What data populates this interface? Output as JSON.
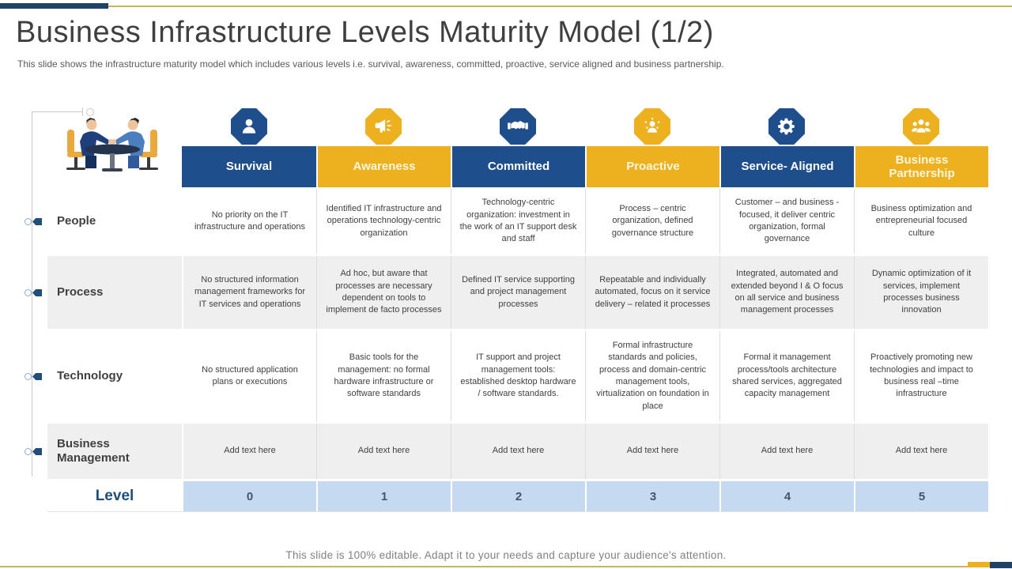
{
  "slide": {
    "title": "Business Infrastructure Levels Maturity Model (1/2)",
    "subtitle": "This slide shows the infrastructure maturity model which includes various levels i.e. survival, awareness, committed, proactive, service aligned and business partnership.",
    "footer": "This slide is 100% editable. Adapt it to your needs and capture your audience's attention."
  },
  "colors": {
    "header_blue": "#1F4E8C",
    "header_gold": "#EDB01E",
    "frame_navy": "#1F4366",
    "frame_gold_line": "#C9B855",
    "level_cell_bg": "#C5D9F1",
    "alt_row_gray": "#EFEFEF",
    "level_label_blue": "#1F4E79",
    "body_text": "#404040"
  },
  "table": {
    "columns": [
      {
        "label": "Survival",
        "theme": "blue",
        "icon": "worker-person-icon"
      },
      {
        "label": "Awareness",
        "theme": "gold",
        "icon": "megaphone-icon"
      },
      {
        "label": "Committed",
        "theme": "blue",
        "icon": "handshake-icon"
      },
      {
        "label": "Proactive",
        "theme": "gold",
        "icon": "star-person-icon"
      },
      {
        "label": "Service- Aligned",
        "theme": "blue",
        "icon": "gear-wrench-icon"
      },
      {
        "label": "Business Partnership",
        "theme": "gold",
        "icon": "team-icon"
      }
    ],
    "rows": [
      {
        "label": "People",
        "cells": [
          "No priority on the IT infrastructure and operations",
          "Identified IT infrastructure and operations technology-centric organization",
          "Technology-centric organization: investment in the work of an IT support desk and staff",
          "Process – centric organization, defined governance structure",
          "Customer – and business - focused, it deliver centric organization, formal governance",
          "Business optimization and entrepreneurial focused culture"
        ]
      },
      {
        "label": "Process",
        "cells": [
          "No structured information management frameworks for IT services and operations",
          "Ad hoc, but aware that processes are necessary dependent on tools to implement de facto processes",
          "Defined IT service supporting and project management processes",
          "Repeatable and individually automated, focus on it service delivery – related it processes",
          "Integrated, automated and extended beyond I & O focus on all service and business management processes",
          "Dynamic optimization of it services, implement processes business innovation"
        ]
      },
      {
        "label": "Technology",
        "cells": [
          "No structured application plans or executions",
          "Basic tools for the management: no formal hardware infrastructure or software standards",
          "IT support and project management tools: established desktop hardware / software standards.",
          "Formal infrastructure standards and policies, process and domain-centric management tools, virtualization on foundation in place",
          "Formal it management process/tools architecture shared services, aggregated capacity management",
          "Proactively promoting new technologies and impact to business real –time infrastructure"
        ]
      },
      {
        "label": "Business Management",
        "cells": [
          "Add text here",
          "Add text here",
          "Add text here",
          "Add text here",
          "Add text here",
          "Add text here"
        ]
      }
    ],
    "level": {
      "label": "Level",
      "values": [
        "0",
        "1",
        "2",
        "3",
        "4",
        "5"
      ]
    }
  }
}
